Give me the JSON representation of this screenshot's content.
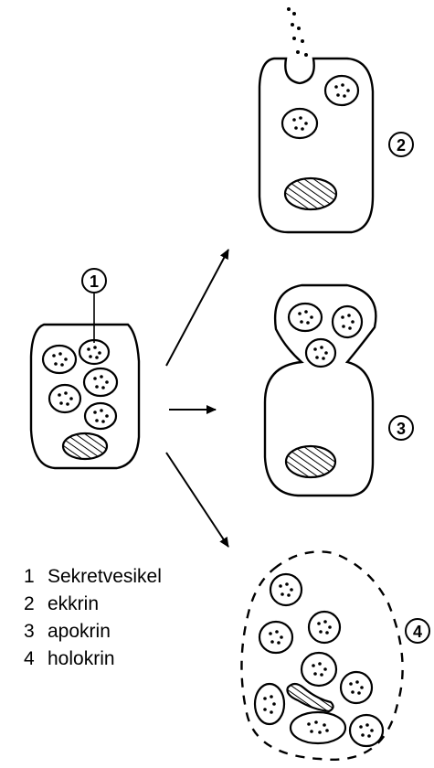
{
  "markers": {
    "m1": "1",
    "m2": "2",
    "m3": "3",
    "m4": "4"
  },
  "legend": [
    {
      "num": "1",
      "label": "Sekretvesikel"
    },
    {
      "num": "2",
      "label": "ekkrin"
    },
    {
      "num": "3",
      "label": "apokrin"
    },
    {
      "num": "4",
      "label": "holokrin"
    }
  ],
  "colors": {
    "ink": "#000000",
    "background": "#ffffff"
  }
}
